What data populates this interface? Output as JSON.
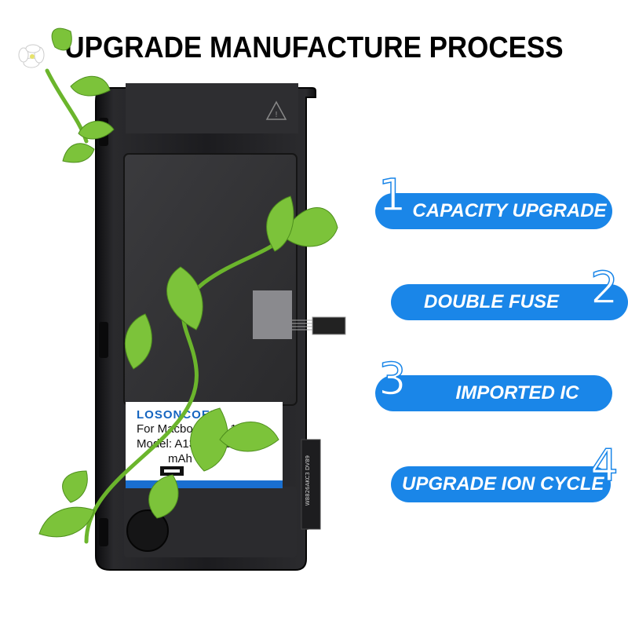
{
  "title": "UPGRADE MANUFACTURE PROCESS",
  "label": {
    "brand": "LOSONCOER",
    "model_line_1": "For Macbook Pro 15\"",
    "model_line_2": "Model: A1382 A1286",
    "capacity_fragment": "mAh"
  },
  "cable_text": "W8826AKC3 DV89",
  "features": [
    {
      "number": "1",
      "label": "CAPACITY UPGRADE"
    },
    {
      "number": "2",
      "label": "DOUBLE FUSE"
    },
    {
      "number": "3",
      "label": "IMPORTED IC"
    },
    {
      "number": "4",
      "label": "UPGRADE ION CYCLE"
    }
  ],
  "colors": {
    "banner": "#1a86e8",
    "battery_body": "#1b1b1d",
    "leaf": "#7cc33a",
    "label_stripe": "#1a6fd0"
  }
}
